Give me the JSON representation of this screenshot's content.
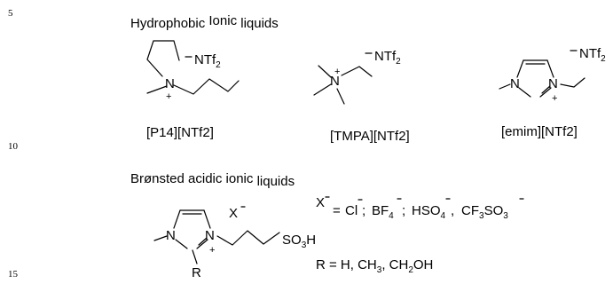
{
  "line_numbers": [
    "5",
    "10",
    "15"
  ],
  "section_hydrophobic": {
    "heading_prefix": "Hydrophobic ",
    "heading_raised": "Ionic",
    "heading_suffix": " liquids",
    "compounds": [
      {
        "anion": "NTf",
        "anion_sub": "2",
        "cation_atom": "N",
        "label": "[P14][NTf2]"
      },
      {
        "anion": "NTf",
        "anion_sub": "2",
        "cation_atom": "N",
        "label": "[TMPA][NTf2]"
      },
      {
        "anion": "NTf",
        "anion_sub": "2",
        "cation_atom": "N",
        "label": "[emim][NTf2]"
      }
    ]
  },
  "section_bronsted": {
    "heading_main": "Brønsted acidic ionic ",
    "heading_lowered": "liquids",
    "counter_ion": "X",
    "acid_group": "SO",
    "acid_group_sub": "3",
    "acid_group_end": "H",
    "substituent": "R",
    "anion_options": [
      "Cl",
      "BF",
      "HSO",
      "CF",
      "SO"
    ],
    "r_definition": [
      "R = H, CH",
      "3",
      ", CH",
      "2",
      "OH"
    ]
  }
}
